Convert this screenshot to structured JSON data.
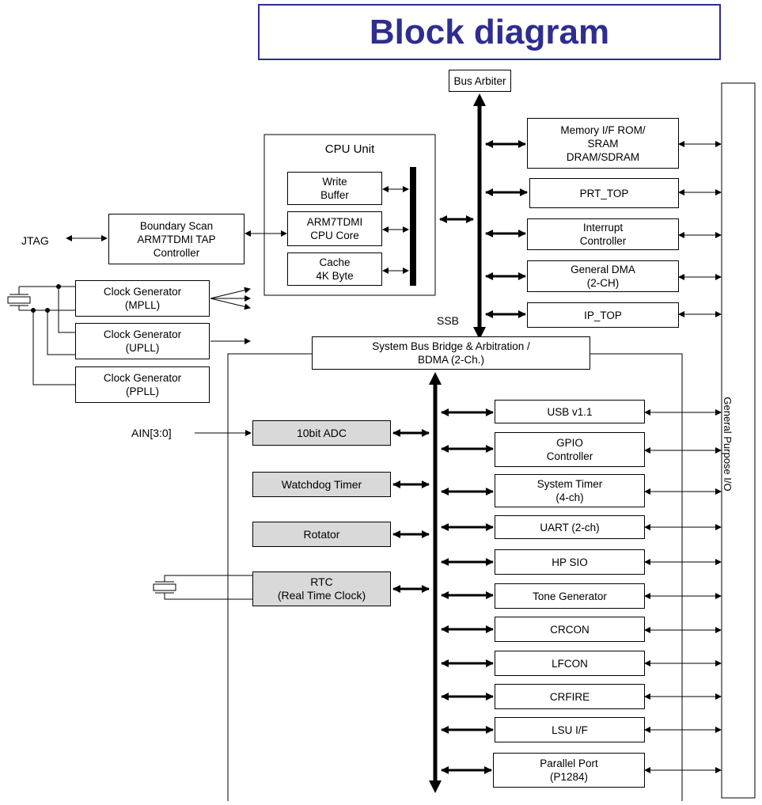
{
  "title": "Block diagram",
  "bus_arbiter": "Bus Arbiter",
  "cpu": {
    "title": "CPU Unit",
    "write_buffer": "Write\nBuffer",
    "core": "ARM7TDMI\nCPU Core",
    "cache": "Cache\n4K Byte"
  },
  "jtag": "JTAG",
  "boundary_scan": "Boundary Scan\nARM7TDMI TAP\nController",
  "clocks": {
    "mpll": "Clock Generator\n(MPLL)",
    "upll": "Clock Generator\n(UPLL)",
    "ppll": "Clock Generator\n(PPLL)"
  },
  "ssb_label": "SSB",
  "bridge": "System Bus Bridge & Arbitration /\nBDMA (2-Ch.)",
  "top_peripherals": [
    "Memory I/F ROM/\nSRAM\nDRAM/SDRAM",
    "PRT_TOP",
    "Interrupt\nController",
    "General DMA\n(2-CH)",
    "IP_TOP"
  ],
  "left_peripherals": [
    "10bit ADC",
    "Watchdog Timer",
    "Rotator",
    "RTC\n(Real Time Clock)"
  ],
  "ain_label": "AIN[3:0]",
  "right_peripherals": [
    "USB v1.1",
    "GPIO\nController",
    "System Timer\n(4-ch)",
    "UART (2-ch)",
    "HP SIO",
    "Tone Generator",
    "CRCON",
    "LFCON",
    "CRFIRE",
    "LSU I/F",
    "Parallel Port\n(P1284)"
  ],
  "gpio_bar": "General Purpose I/O"
}
